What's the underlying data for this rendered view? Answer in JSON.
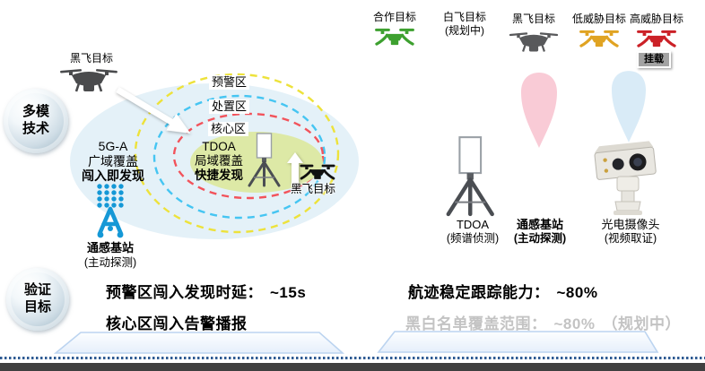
{
  "legend": {
    "items": [
      {
        "label": "合作目标",
        "sublabel": "",
        "color": "#3da02f"
      },
      {
        "label": "白飞目标",
        "sublabel": "(规划中)",
        "color": "#ffffff"
      },
      {
        "label": "黑飞目标",
        "sublabel": "",
        "color": "#58595b"
      },
      {
        "label": "低威胁目标",
        "sublabel": "",
        "color": "#e0a322"
      },
      {
        "label": "高威胁目标",
        "sublabel": "",
        "color": "#cb2127"
      }
    ],
    "payload_badge": "挂载"
  },
  "badges": {
    "multi_mode": {
      "line1": "多模",
      "line2": "技术"
    },
    "verify": {
      "line1": "验证",
      "line2": "目标"
    }
  },
  "scene": {
    "intruder_top_label": "黑飞目标",
    "zones": [
      {
        "name": "预警区",
        "color": "#ede23b"
      },
      {
        "name": "处置区",
        "color": "#45c5f2"
      },
      {
        "name": "核心区",
        "color": "#f2535b"
      }
    ],
    "coverage_5ga": {
      "line1": "5G-A",
      "line2": "广域覆盖",
      "line3": "闯入即发现"
    },
    "tdoa_local": {
      "line1": "TDOA",
      "line2": "局域覆盖",
      "line3": "快捷发现"
    },
    "left_station": {
      "name": "通感基站",
      "desc": "(主动探测)"
    },
    "core_intruder_label": "黑飞目标",
    "coverage_fill": "#e4f1f8",
    "core_fill": "#dde9a6"
  },
  "devices": [
    {
      "name": "TDOA",
      "desc": "(频谱侦测)"
    },
    {
      "name": "通感基站",
      "desc": "(主动探测)"
    },
    {
      "name": "光电摄像头",
      "desc": "(视频取证)"
    }
  ],
  "beams": {
    "pink": "#f9cbd6",
    "blue": "#d9ebf7"
  },
  "metrics": {
    "detect_delay": {
      "label": "预警区闯入发现时延：",
      "value": "~15s"
    },
    "core_alarm": {
      "label": "核心区闯入告警播报"
    },
    "tracking": {
      "label": "航迹稳定跟踪能力：",
      "value": "~80%"
    },
    "whitelist": {
      "label": "黑白名单覆盖范围：",
      "value": "~80%",
      "note": "（规划中）"
    }
  }
}
